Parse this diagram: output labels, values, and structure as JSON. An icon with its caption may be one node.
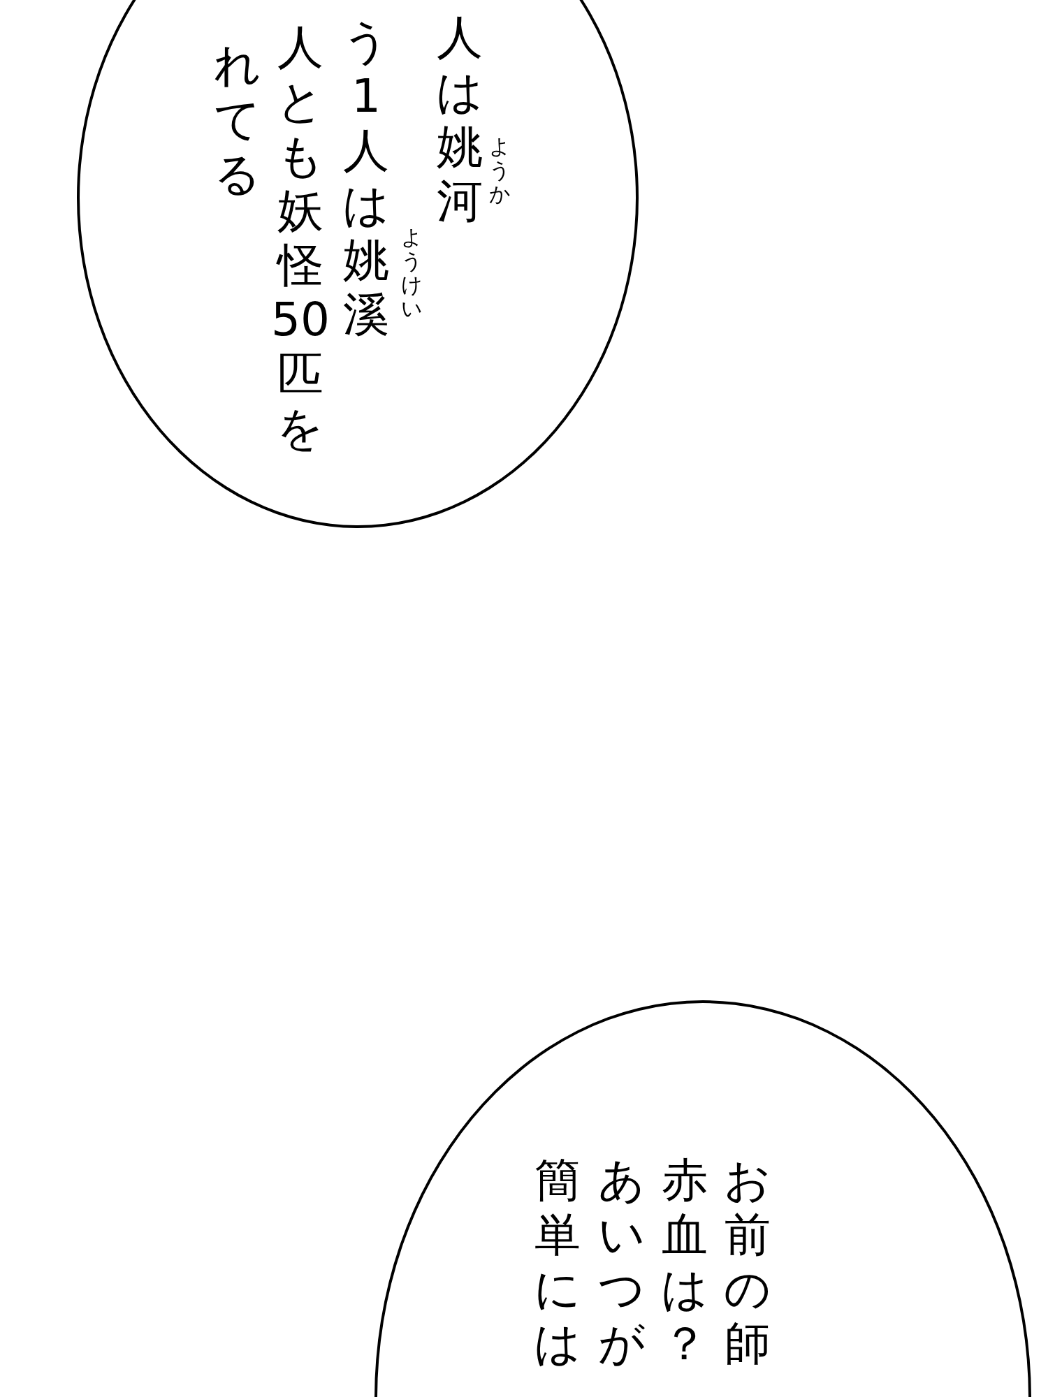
{
  "diagram": {
    "nodes": [
      {
        "text": [
          "人は姚河",
          "ようか",
          "う1人は姚溪",
          "ようけい",
          "人とも妖怪50匹を",
          "れてる"
        ]
      },
      {
        "text": [
          "お前の師",
          "赤血は？",
          "あいつが",
          "簡単には"
        ]
      }
    ]
  }
}
